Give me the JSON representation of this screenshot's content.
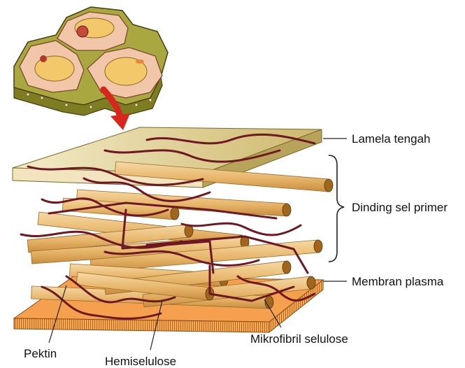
{
  "labels": {
    "lamela_tengah": "Lamela tengah",
    "dinding_sel_primer": "Dinding sel primer",
    "membran_plasma": "Membran plasma",
    "mikrofibril_selulose": "Mikrofibril selulose",
    "pektin": "Pektin",
    "hemiselulose": "Hemiselulose"
  },
  "colors": {
    "fiber_fill": "#e7b66b",
    "fiber_end": "#a0661c",
    "strand": "#6e1822",
    "plate": "#d9c98a",
    "membrane": "#f0a050",
    "cell_wall": "#9c9c32",
    "arrow": "#d8261c"
  }
}
